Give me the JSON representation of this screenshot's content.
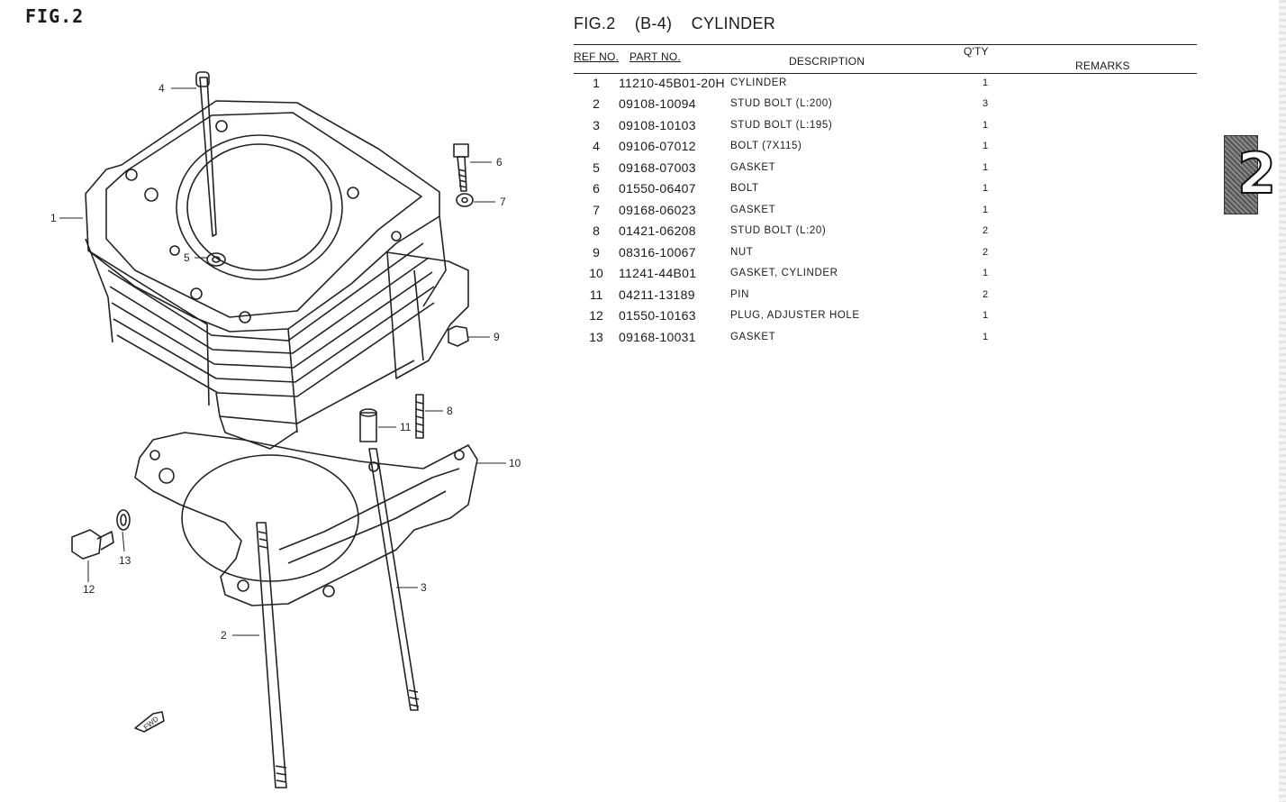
{
  "figure_label": "FIG.2",
  "title": {
    "fig": "FIG.2",
    "code": "(B-4)",
    "name": "CYLINDER"
  },
  "table": {
    "headers": {
      "ref_no": "REF NO.",
      "part_no": "PART NO.",
      "description": "DESCRIPTION",
      "qty": "Q'TY",
      "remarks": "REMARKS"
    },
    "rows": [
      {
        "ref": "1",
        "part": "11210-45B01-20H",
        "desc": "CYLINDER",
        "qty": "1",
        "remarks": ""
      },
      {
        "ref": "2",
        "part": "09108-10094",
        "desc": "STUD BOLT (L:200)",
        "qty": "3",
        "remarks": ""
      },
      {
        "ref": "3",
        "part": "09108-10103",
        "desc": "STUD BOLT (L:195)",
        "qty": "1",
        "remarks": ""
      },
      {
        "ref": "4",
        "part": "09106-07012",
        "desc": "BOLT (7X115)",
        "qty": "1",
        "remarks": ""
      },
      {
        "ref": "5",
        "part": "09168-07003",
        "desc": "GASKET",
        "qty": "1",
        "remarks": ""
      },
      {
        "ref": "6",
        "part": "01550-06407",
        "desc": "BOLT",
        "qty": "1",
        "remarks": ""
      },
      {
        "ref": "7",
        "part": "09168-06023",
        "desc": "GASKET",
        "qty": "1",
        "remarks": ""
      },
      {
        "ref": "8",
        "part": "01421-06208",
        "desc": "STUD BOLT (L:20)",
        "qty": "2",
        "remarks": ""
      },
      {
        "ref": "9",
        "part": "08316-10067",
        "desc": "NUT",
        "qty": "2",
        "remarks": ""
      },
      {
        "ref": "10",
        "part": "11241-44B01",
        "desc": "GASKET, CYLINDER",
        "qty": "1",
        "remarks": ""
      },
      {
        "ref": "11",
        "part": "04211-13189",
        "desc": "PIN",
        "qty": "2",
        "remarks": ""
      },
      {
        "ref": "12",
        "part": "01550-10163",
        "desc": "PLUG, ADJUSTER HOLE",
        "qty": "1",
        "remarks": ""
      },
      {
        "ref": "13",
        "part": "09168-10031",
        "desc": "GASKET",
        "qty": "1",
        "remarks": ""
      }
    ]
  },
  "diagram": {
    "callouts": [
      "1",
      "2",
      "3",
      "4",
      "5",
      "6",
      "7",
      "8",
      "9",
      "10",
      "11",
      "12",
      "13"
    ],
    "front_mark": "FWD"
  },
  "section_tab": "2"
}
